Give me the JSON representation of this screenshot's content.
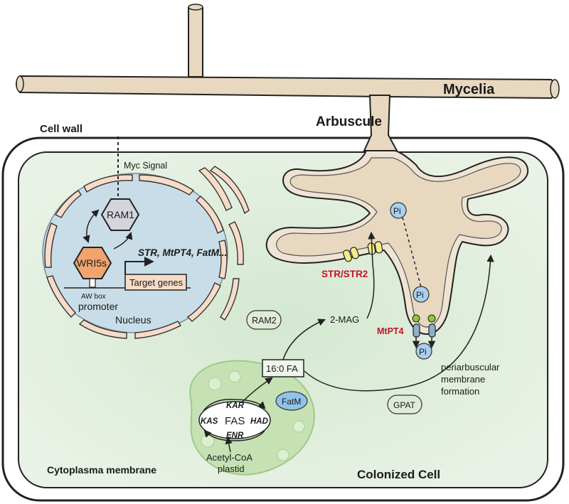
{
  "labels": {
    "mycelia": "Mycelia",
    "arbuscule": "Arbuscule",
    "cell_wall": "Cell wall",
    "myc_signal": "Myc Signal",
    "ram1": "RAM1",
    "wri5s": "WRI5s",
    "target_list": "STR, MtPT4, FatM...",
    "target_genes": "Target genes",
    "aw_box": "AW box",
    "promoter": "promoter",
    "nucleus": "Nucleus",
    "pi": "Pi",
    "str_str2": "STR/STR2",
    "mtpt4": "MtPT4",
    "ram2": "RAM2",
    "two_mag": "2-MAG",
    "fa": "16:0 FA",
    "fatm": "FatM",
    "kar": "KAR",
    "kas": "KAS",
    "fas": "FAS",
    "had": "HAD",
    "enr": "ENR",
    "acetyl_coa": "Acetyl-CoA",
    "plastid": "plastid",
    "gpat": "GPAT",
    "periarbuscular_1": "periarbuscular",
    "periarbuscular_2": "membrane",
    "periarbuscular_3": "formation",
    "cytoplasma_membrane": "Cytoplasma membrane",
    "colonized_cell": "Colonized Cell"
  },
  "colors": {
    "hypha_fill": "#e8d8c0",
    "hypha_stroke": "#222222",
    "cytoplasm": "#e6f0e2",
    "nucleus_fill": "#c8dde8",
    "er_fill": "#f6dcc8",
    "ram1_fill": "#d4d4dc",
    "wri5s_fill": "#f2a46e",
    "pi_fill": "#a8d0f0",
    "fatm_fill": "#8ec4ea",
    "plastid_fill": "#c6e2b4",
    "transporter_fill": "#f2ec8a",
    "mtpt4_fill": "#8fb0c8",
    "mtpt4_dot": "#8cc83c",
    "label_red": "#c8102e"
  }
}
